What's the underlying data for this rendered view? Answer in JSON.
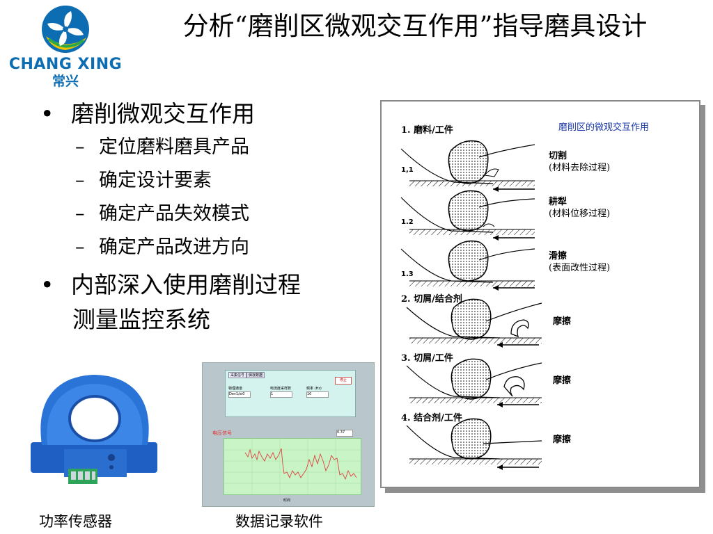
{
  "logo": {
    "line1": "CHANG XING",
    "line2": "常兴"
  },
  "title": "分析“磨削区微观交互作用”指导磨具设计",
  "bullets": {
    "b1": "磨削微观交互作用",
    "sub": [
      "定位磨料磨具产品",
      "确定设计要素",
      "确定产品失效模式",
      "确定产品改进方向"
    ],
    "b2_line1": "内部深入使用磨削过程",
    "b2_line2": "测量监控系统",
    "dot": "•",
    "dash": "–"
  },
  "diagram": {
    "header": "磨削区的微观交互作用",
    "sections": {
      "s1": "1. 磨料/工件",
      "s11": "1,1",
      "s12": "1.2",
      "s13": "1.3",
      "s2": "2. 切屑/结合剂",
      "s3": "3. 切屑/工件",
      "s4": "4. 结合剂/工件"
    },
    "desc": {
      "cut_title": "切割",
      "cut_sub": "(材料去除过程)",
      "plough_title": "耕犁",
      "plough_sub": "(材料位移过程)",
      "slide_title": "滑擦",
      "slide_sub": "(表面改性过程)",
      "friction2": "摩擦",
      "friction3": "摩擦",
      "friction4": "摩擦"
    }
  },
  "software": {
    "tab1": "采集信号",
    "tab2": "保存数据",
    "stop": "停止",
    "field1": "物理通道",
    "field1_val": "Dev1/ai0",
    "field2": "电流度采样数",
    "field2_val": "1",
    "field3": "频率 (Hz)",
    "field3_val": "10",
    "chart_title": "电压信号",
    "chart_value": "0.37",
    "xaxis": "时间"
  },
  "captions": {
    "sensor": "功率传感器",
    "software": "数据记录软件"
  }
}
